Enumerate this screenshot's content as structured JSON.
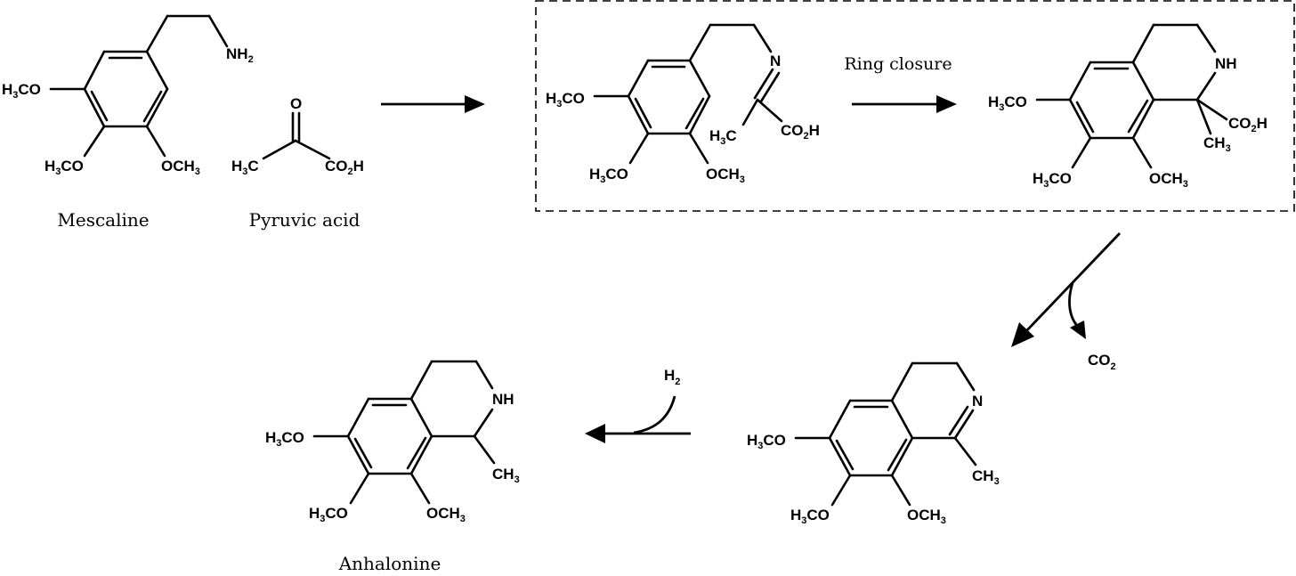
{
  "compounds": {
    "mescaline": {
      "name": "Mescaline",
      "labels": {
        "amine": [
          "NH",
          "2"
        ],
        "methoxy_left": [
          "H",
          "3",
          "CO"
        ],
        "methoxy_bottom": [
          "H",
          "3",
          "CO"
        ],
        "methoxy_right": [
          "OCH",
          "3"
        ]
      }
    },
    "pyruvic_acid": {
      "name": "Pyruvic acid",
      "labels": {
        "oxygen": "O",
        "methyl": [
          "H",
          "3",
          "C"
        ],
        "carboxyl": [
          "CO",
          "2",
          "H"
        ]
      }
    },
    "imine_intermediate": {
      "labels": {
        "nitrogen": "N",
        "methyl": [
          "H",
          "3",
          "C"
        ],
        "carboxyl": [
          "CO",
          "2",
          "H"
        ],
        "methoxy_left": [
          "H",
          "3",
          "CO"
        ],
        "methoxy_bottom": [
          "H",
          "3",
          "CO"
        ],
        "methoxy_right": [
          "OCH",
          "3"
        ]
      }
    },
    "carboxy_thiq": {
      "labels": {
        "amine": "NH",
        "carboxyl": [
          "CO",
          "2",
          "H"
        ],
        "methyl": [
          "CH",
          "3"
        ],
        "methoxy_left": [
          "H",
          "3",
          "CO"
        ],
        "methoxy_bottom": [
          "H",
          "3",
          "CO"
        ],
        "methoxy_right": [
          "OCH",
          "3"
        ]
      }
    },
    "dihydroisoquinoline": {
      "labels": {
        "nitrogen": "N",
        "methyl": [
          "CH",
          "3"
        ],
        "methoxy_left": [
          "H",
          "3",
          "CO"
        ],
        "methoxy_bottom": [
          "H",
          "3",
          "CO"
        ],
        "methoxy_right": [
          "OCH",
          "3"
        ]
      }
    },
    "anhalonine": {
      "name": "Anhalonine",
      "labels": {
        "amine": "NH",
        "methyl": [
          "CH",
          "3"
        ],
        "methoxy_left": [
          "H",
          "3",
          "CO"
        ],
        "methoxy_bottom": [
          "H",
          "3",
          "CO"
        ],
        "methoxy_right": [
          "OCH",
          "3"
        ]
      }
    }
  },
  "steps": {
    "ring_closure": "Ring closure",
    "decarboxylation_byproduct": [
      "CO",
      "2"
    ],
    "reduction_reagent": [
      "H",
      "2"
    ]
  }
}
